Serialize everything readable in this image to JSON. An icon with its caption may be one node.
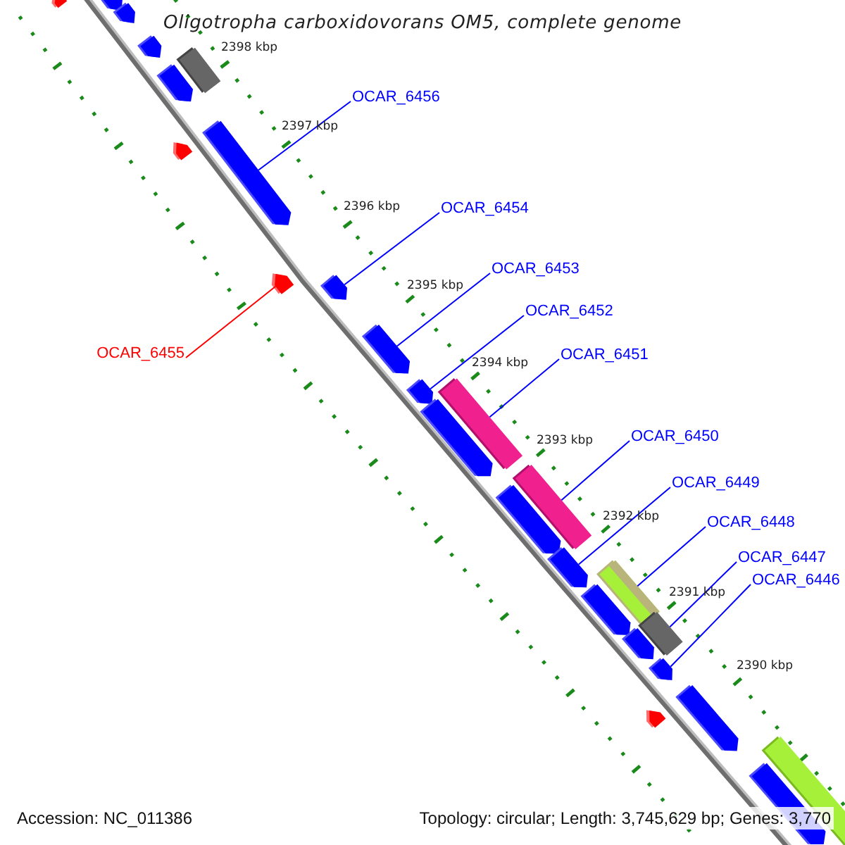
{
  "diagram": {
    "title": "Oligotropha carboxidovorans OM5, complete genome",
    "nodes": [
      {
        "text": [
          "OCAR_6456"
        ]
      },
      {
        "text": [
          "OCAR_6454"
        ]
      },
      {
        "text": [
          "OCAR_6453"
        ]
      },
      {
        "text": [
          "OCAR_6452"
        ]
      },
      {
        "text": [
          "OCAR_6455"
        ]
      },
      {
        "text": [
          "OCAR_6451"
        ]
      },
      {
        "text": [
          "OCAR_6450"
        ]
      },
      {
        "text": [
          "OCAR_6449"
        ]
      },
      {
        "text": [
          "OCAR_6448"
        ]
      },
      {
        "text": [
          "OCAR_6447"
        ]
      },
      {
        "text": [
          "OCAR_6446"
        ]
      },
      {
        "text": [],
        "shape": "pentagon"
      },
      {
        "text": [],
        "shape": "pentagon"
      },
      {
        "text": [],
        "shape": "pentagon"
      },
      {
        "text": [],
        "shape": "pentagon"
      },
      {
        "text": [],
        "shape": "bar"
      },
      {
        "text": [],
        "shape": "pentagon"
      },
      {
        "text": [],
        "shape": "pentagon"
      },
      {
        "text": [],
        "shape": "pentagon"
      },
      {
        "text": [],
        "shape": "pentagon"
      },
      {
        "text": [],
        "shape": "pentagon"
      },
      {
        "text": [],
        "shape": "pentagon"
      },
      {
        "text": [],
        "shape": "pentagon"
      },
      {
        "text": [],
        "shape": "bar"
      },
      {
        "text": [],
        "shape": "pentagon"
      },
      {
        "text": [],
        "shape": "bar"
      },
      {
        "text": [],
        "shape": "pentagon"
      },
      {
        "text": [],
        "shape": "pentagon"
      },
      {
        "text": [],
        "shape": "bar"
      },
      {
        "text": [],
        "shape": "pentagon"
      },
      {
        "text": [],
        "shape": "bar"
      },
      {
        "text": [],
        "shape": "pentagon"
      },
      {
        "text": [],
        "shape": "pentagon"
      },
      {
        "text": [],
        "shape": "pentagon"
      },
      {
        "text": [],
        "shape": "pentagon"
      },
      {
        "text": [],
        "shape": "bar"
      },
      {
        "text": [],
        "shape": "pentagon"
      }
    ],
    "edges": [
      {
        "from": 0,
        "to": 18,
        "arrow": "none"
      },
      {
        "from": 1,
        "to": 20,
        "arrow": "none"
      },
      {
        "from": 2,
        "to": 21,
        "arrow": "none"
      },
      {
        "from": 3,
        "to": 22,
        "arrow": "none"
      },
      {
        "from": 4,
        "to": 19,
        "arrow": "none",
        "color": "#ff0000"
      },
      {
        "from": 5,
        "to": 23,
        "arrow": "none"
      },
      {
        "from": 6,
        "to": 25,
        "arrow": "none"
      },
      {
        "from": 7,
        "to": 27,
        "arrow": "none"
      },
      {
        "from": 8,
        "to": 28,
        "arrow": "none"
      },
      {
        "from": 9,
        "to": 30,
        "arrow": "none"
      },
      {
        "from": 10,
        "to": 32,
        "arrow": "none"
      }
    ],
    "labels": [
      "2398 kbp",
      "2397 kbp",
      "2396 kbp",
      "2395 kbp",
      "2394 kbp",
      "2393 kbp",
      "2392 kbp",
      "2391 kbp",
      "2390 kbp",
      "Accession: NC_011386",
      "Topology: circular; Length: 3,745,629 bp; Genes: 3,770"
    ]
  }
}
